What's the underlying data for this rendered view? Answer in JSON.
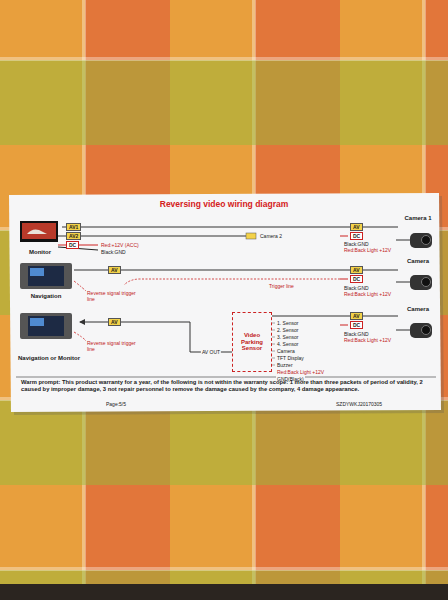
{
  "diagram": {
    "title": "Reversing video wiring diagram",
    "nodes": [
      {
        "text": [
          "Monitor"
        ]
      },
      {
        "text": [
          "Camera 1"
        ]
      },
      {
        "text": [
          "Navigation"
        ]
      },
      {
        "text": [
          "Camera"
        ]
      },
      {
        "text": [
          "Navigation or Monitor"
        ]
      },
      {
        "text": [
          "Video Parking Sensor"
        ]
      },
      {
        "text": [
          "Camera"
        ]
      }
    ],
    "edges": [
      {
        "from": 0,
        "to": 1,
        "arrow": "none"
      },
      {
        "from": 2,
        "to": 3,
        "arrow": "none"
      },
      {
        "from": 5,
        "to": 4,
        "arrow": "to",
        "label": "AV OUT"
      },
      {
        "from": 5,
        "to": 6,
        "arrow": "none"
      }
    ],
    "labels": [
      "AV1",
      "AV2",
      "DC",
      "Red:+12V (ACC)",
      "Black:GND",
      "Camera 2",
      "AV",
      "DC",
      "Black:GND",
      "Red:Back Light +12V",
      "AV",
      "Reverse signal trigger line",
      "Trigger line",
      "AV",
      "DC",
      "Black:GND",
      "Red:Back Light +12V",
      "AV",
      "Reverse signal trigger line",
      "1. Sensor",
      "2. Sensor",
      "3. Sensor",
      "4. Sensor",
      "Camera",
      "TFT Display",
      "Buzzer",
      "Red:Back Light +12V",
      "GND(Black)",
      "AV",
      "DC",
      "Black:GND",
      "Red:Back Light +12V",
      "Warm prompt: This product warranty for a year, of the following is not within the warranty scope: 1 more than three packets of period of validity, 2 caused by improper damage, 3 not repair personnel to remove the damage caused by the company, 4 damage appearance.",
      "Page:5/5",
      "SZDYWKJ20170305"
    ]
  }
}
